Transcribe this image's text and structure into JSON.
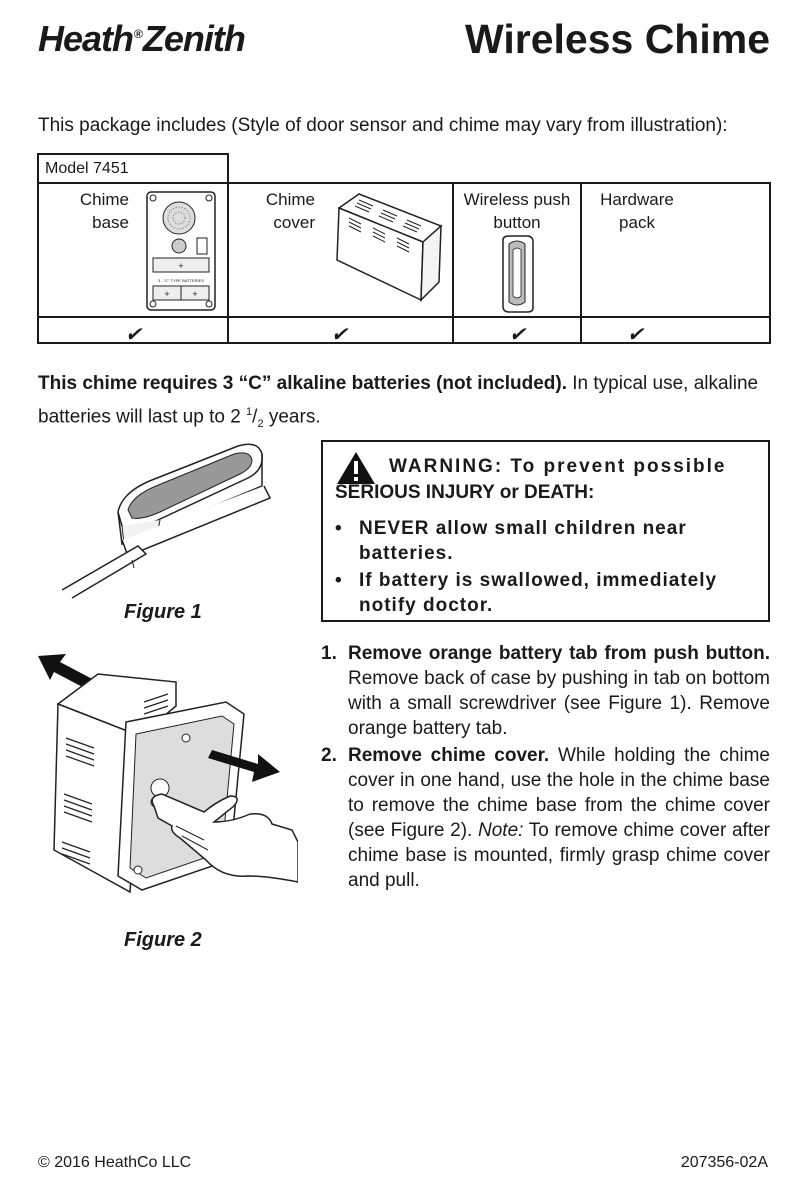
{
  "header": {
    "brand_left": "Heath",
    "brand_mark": "®",
    "brand_right": "Zenith",
    "title": "Wireless Chime"
  },
  "intro": "This package includes (Style of door sensor and chime may vary from illustration):",
  "contents_table": {
    "model": "Model 7451",
    "items": [
      {
        "line1": "Chime",
        "line2": "base",
        "check": "✔"
      },
      {
        "line1": "Chime",
        "line2": "cover",
        "check": "✔"
      },
      {
        "line1": "Wireless push",
        "line2": "button",
        "check": "✔"
      },
      {
        "line1": "Hardware",
        "line2": "pack",
        "check": "✔"
      }
    ],
    "illustration_text": {
      "battery_label": "3 - \"C\" TYPE BATTERIES",
      "plus": "+"
    }
  },
  "battery_note": {
    "bold": "This chime requires 3 “C” alkaline batteries (not included).",
    "text": " In typical use, alkaline batteries will last up to 2 ",
    "frac_num": "1",
    "frac_slash": "/",
    "frac_den": "2",
    "text_end": " years."
  },
  "warning": {
    "heading": "WARNING: To prevent possible",
    "heading2": "SERIOUS INJURY or DEATH:",
    "bullet": "•",
    "items": [
      "NEVER allow small children near batteries.",
      "If battery is swallowed, immediately notify doctor."
    ]
  },
  "steps": [
    {
      "num": "1.",
      "bold": "Remove orange battery tab from push button.",
      "text": " Remove back of case by pushing in tab on bottom with a small screwdriver (see Figure 1). Remove orange battery tab."
    },
    {
      "num": "2.",
      "bold": "Remove chime cover.",
      "text": " While holding the chime cover in one hand, use the hole in the chime base to remove the chime base from the chime cover (see Figure 2). ",
      "note_label": "Note:",
      "note_text": " To remove chime cover after chime base is mounted, firmly grasp chime cover and pull."
    }
  ],
  "figures": {
    "figure1": "Figure 1",
    "figure2": "Figure 2"
  },
  "footer": {
    "copyright": "© 2016 HeathCo LLC",
    "doc_number": "207356-02A"
  }
}
